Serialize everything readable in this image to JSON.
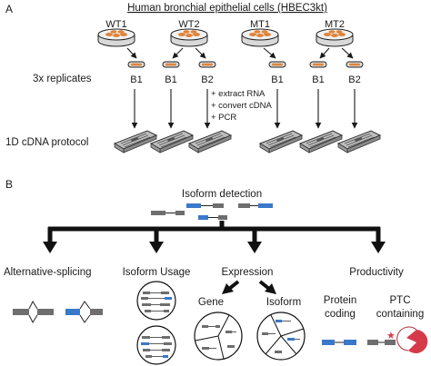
{
  "panel_a": {
    "letter": "A",
    "title": "Human bronchial epithelial cells (HBEC3kt)",
    "samples": [
      "WT1",
      "WT2",
      "MT1",
      "MT2"
    ],
    "row_label": "3x replicates",
    "replicates": [
      "B1",
      "B1",
      "B2",
      "B1",
      "B1",
      "B2"
    ],
    "steps": [
      "+ extract RNA",
      "+ convert cDNA",
      "+ PCR"
    ],
    "protocol_label": "1D cDNA protocol"
  },
  "panel_b": {
    "letter": "B",
    "root_label": "Isoform detection",
    "branches": {
      "alt_splicing": "Alternative-splicing",
      "isoform_usage": "Isoform Usage",
      "expression": "Expression",
      "productivity": "Productivity"
    },
    "expression_sub": [
      "Gene",
      "Isoform"
    ],
    "productivity_sub": {
      "coding_line1": "Protein",
      "coding_line2": "coding",
      "ptc_line1": "PTC",
      "ptc_line2": "containing"
    }
  },
  "colors": {
    "exon_blue": "#3a78c9",
    "exon_gray": "#6e6e6e",
    "dish_orange": "#e0843a",
    "ptc_red": "#d63a4a",
    "line": "#1a1a1a"
  }
}
